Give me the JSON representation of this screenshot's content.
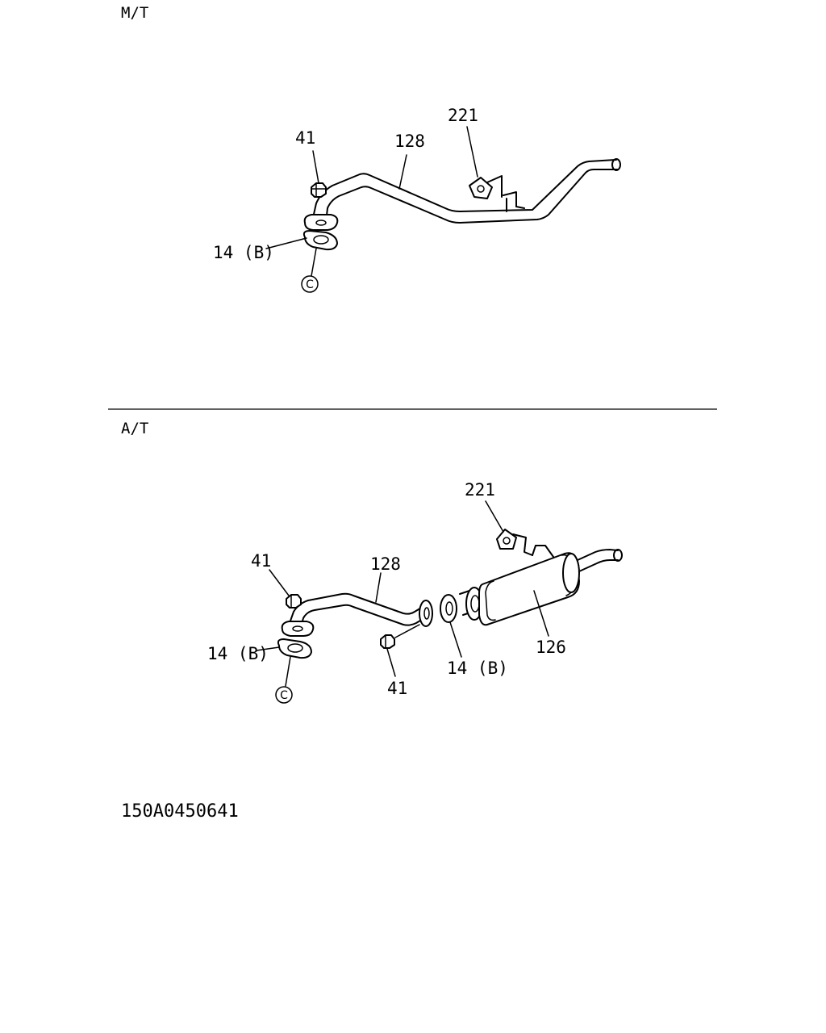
{
  "sections": {
    "mt": {
      "title": "M/T",
      "labels": {
        "p41": "41",
        "p128": "128",
        "p221": "221",
        "p14b": "14 (B)",
        "ref": "C"
      }
    },
    "at": {
      "title": "A/T",
      "labels": {
        "p41_a": "41",
        "p128": "128",
        "p221": "221",
        "p14b_a": "14 (B)",
        "ref": "C",
        "p14b_b": "14 (B)",
        "p41_b": "41",
        "p126": "126"
      }
    }
  },
  "figure_code": "150A0450641"
}
